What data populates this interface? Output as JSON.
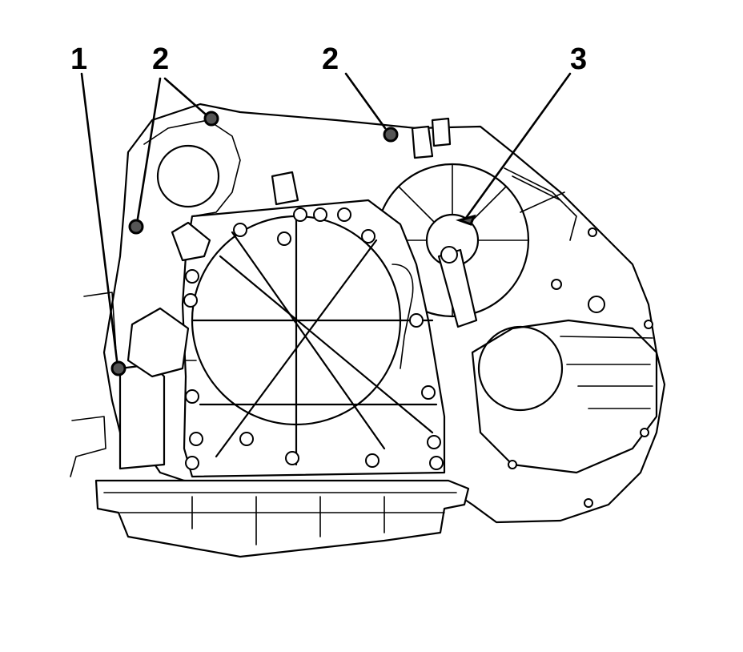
{
  "callouts": [
    {
      "id": "callout-1",
      "label": "1"
    },
    {
      "id": "callout-2a",
      "label": "2"
    },
    {
      "id": "callout-2b",
      "label": "2"
    },
    {
      "id": "callout-3",
      "label": "3"
    }
  ],
  "colors": {
    "ink": "#000000",
    "paper": "#ffffff",
    "marker": "#555555"
  }
}
